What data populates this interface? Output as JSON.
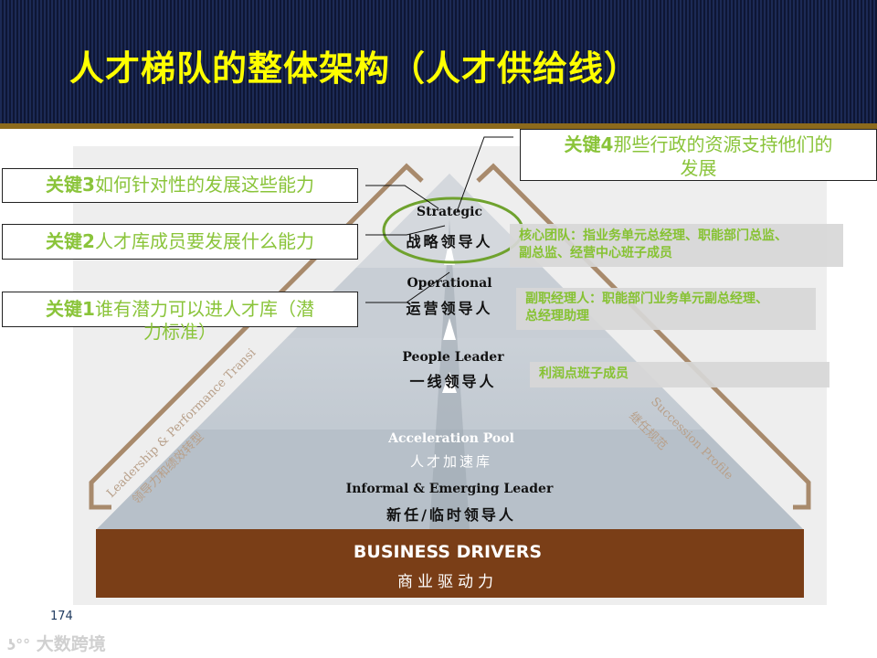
{
  "title": "人才梯队的整体架构（人才供给线）",
  "pyramid": {
    "levels": [
      {
        "en": "Strategic",
        "zh": "战略领导人"
      },
      {
        "en": "Operational",
        "zh": "运营领导人"
      },
      {
        "en": "People Leader",
        "zh": "一线领导人"
      },
      {
        "en": "Acceleration Pool",
        "zh": "人才加速库"
      },
      {
        "en": "Informal & Emerging Leader",
        "zh": "新任/临时领导人"
      }
    ],
    "base_en": "BUSINESS DRIVERS",
    "base_zh": "商业驱动力",
    "left_side_en": "Leadership & Performance Transi",
    "left_side_zh": "领导力和绩效转型",
    "right_side_en": "Succession Profile",
    "right_side_zh": "继任规范"
  },
  "callouts": {
    "key3": {
      "prefix": "关键3",
      "text": "如何针对性的发展这些能力"
    },
    "key2": {
      "prefix": "关键2",
      "text": "人才库成员要发展什么能力"
    },
    "key1": {
      "prefix": "关键1",
      "text": "谁有潜力可以进人才库（潜",
      "text2": "力标准）"
    },
    "key4": {
      "prefix": "关键4",
      "text": "那些行政的资源支持他们的",
      "text2": "发展"
    }
  },
  "tags": [
    {
      "line1": "核心团队：指业务单元总经理、职能部门总监、",
      "line2": "副总监、经营中心班子成员"
    },
    {
      "line1": "副职经理人：职能部门业务单元副总经理、",
      "line2": "总经理助理"
    },
    {
      "line1": "利润点班子成员",
      "line2": ""
    }
  ],
  "page_number": "174",
  "watermark": "大数跨境",
  "colors": {
    "header": "#1c2a55",
    "title": "#ffff00",
    "accent_green": "#86c232",
    "brown": "#7a3e17",
    "gold": "#8c6a1c"
  }
}
